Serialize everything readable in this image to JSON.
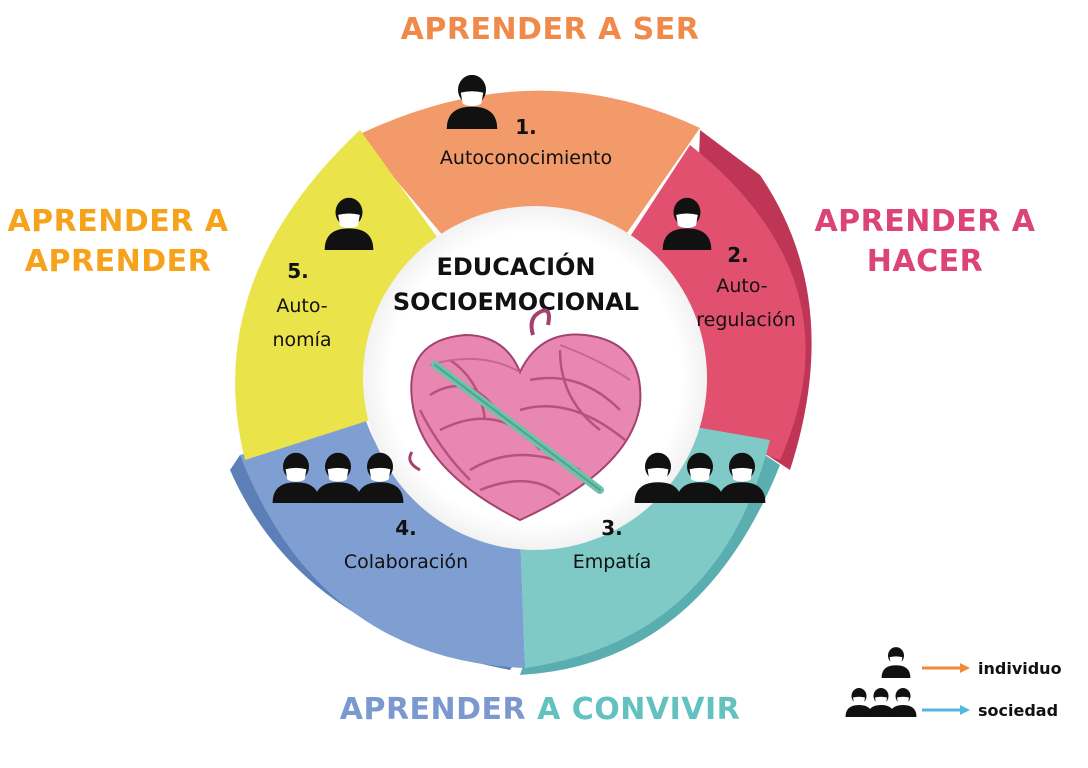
{
  "title": [
    "EDUCACIÓN",
    "SOCIOEMOCIONAL"
  ],
  "outer_labels": {
    "ser": [
      "APRENDER A SER"
    ],
    "hacer": [
      "APRENDER A",
      "HACER"
    ],
    "convivir": [
      "APRENDER",
      "A CONVIVIR"
    ],
    "aprender": [
      "APRENDER A",
      "APRENDER"
    ]
  },
  "segments": [
    {
      "number": "1.",
      "label": [
        "Autoconocimiento"
      ],
      "color": "#f29a6a",
      "icon": "person-icon"
    },
    {
      "number": "2.",
      "label": [
        "Auto-",
        "regulación"
      ],
      "color": "#e2506f",
      "icon": "person-icon"
    },
    {
      "number": "3.",
      "label": [
        "Empatía"
      ],
      "color": "#7fcac7",
      "icon": "group-icon"
    },
    {
      "number": "4.",
      "label": [
        "Colaboración"
      ],
      "color": "#7f9fd3",
      "icon": "group-icon"
    },
    {
      "number": "5.",
      "label": [
        "Auto-",
        "nomía"
      ],
      "color": "#ebe34a",
      "icon": "person-icon"
    }
  ],
  "legend": {
    "individuo": "individuo",
    "sociedad": "sociedad",
    "individuo_color": "#f08a3a",
    "sociedad_color": "#52b8e0"
  },
  "colors": {
    "outer_ser": "#f08a4b",
    "outer_hacer": "#dc4477",
    "outer_aprender": "#f6a21a",
    "outer_convivir_1": "#7b98cf",
    "outer_convivir_2": "#63c2c0",
    "heart": "#e987b3",
    "needle": "#6cc3a9"
  },
  "center_image": "yarn-heart-with-crochet-hook"
}
